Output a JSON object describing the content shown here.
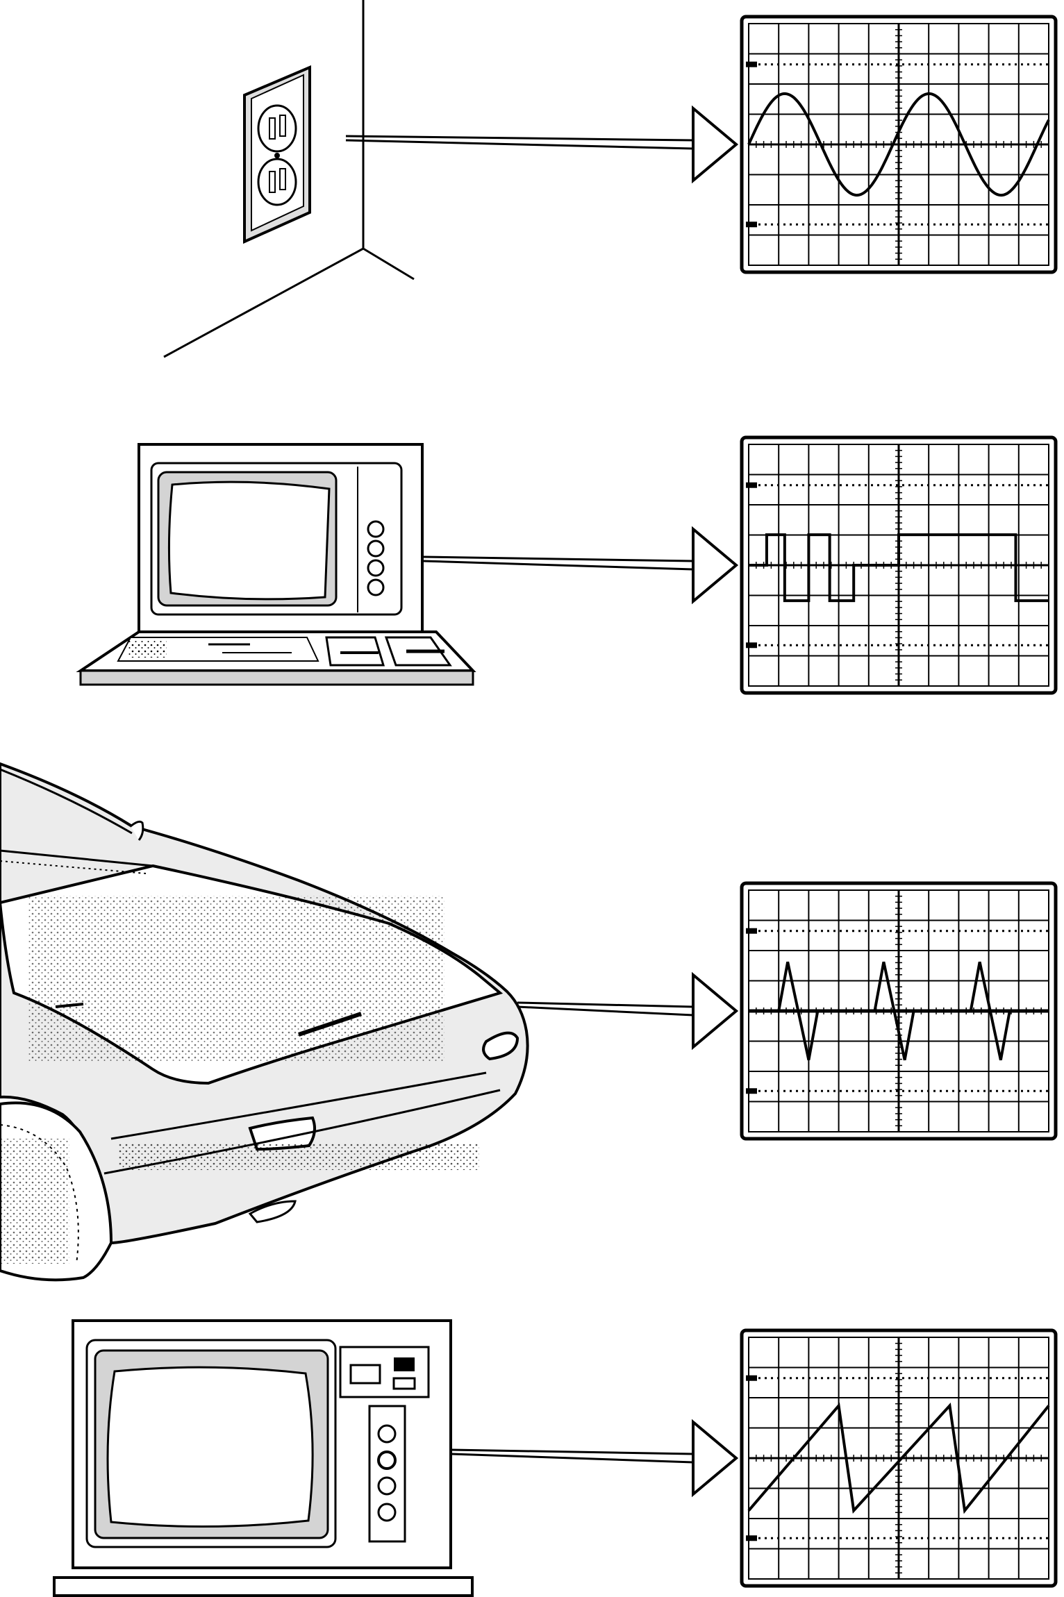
{
  "colors": {
    "ink": "#000000",
    "paper": "#ffffff",
    "shade": "#e0e0e0"
  },
  "rows": [
    {
      "source": "wall-outlet-icon",
      "waveform": "sine"
    },
    {
      "source": "computer-icon",
      "waveform": "square-pulse"
    },
    {
      "source": "car-icon",
      "waveform": "spike"
    },
    {
      "source": "television-icon",
      "waveform": "sawtooth"
    }
  ]
}
